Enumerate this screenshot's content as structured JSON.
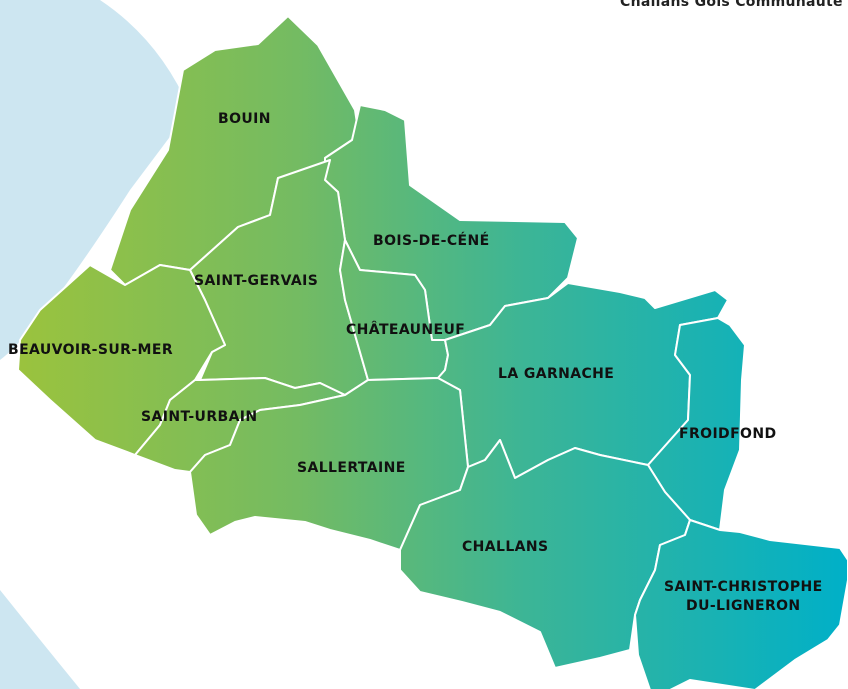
{
  "header": {
    "text": "Challans Gois Communauté"
  },
  "colors": {
    "sea": "#cde6f1",
    "gradient_start": "#9dc33b",
    "gradient_end": "#00b0c8",
    "border": "#ffffff"
  },
  "communes": [
    {
      "id": "bouin",
      "label": "BOUIN"
    },
    {
      "id": "bois-de-cene",
      "label": "BOIS-DE-CÉNÉ"
    },
    {
      "id": "saint-gervais",
      "label": "SAINT-GERVAIS"
    },
    {
      "id": "beauvoir-sur-mer",
      "label": "BEAUVOIR-SUR-MER"
    },
    {
      "id": "chateauneuf",
      "label": "CHÂTEAUNEUF"
    },
    {
      "id": "la-garnache",
      "label": "LA GARNACHE"
    },
    {
      "id": "saint-urbain",
      "label": "SAINT-URBAIN"
    },
    {
      "id": "froidfond",
      "label": "FROIDFOND"
    },
    {
      "id": "sallertaine",
      "label": "SALLERTAINE"
    },
    {
      "id": "challans",
      "label": "CHALLANS"
    },
    {
      "id": "saint-christophe-du-ligneron",
      "label": "SAINT-CHRISTOPHE\nDU-LIGNERON"
    }
  ]
}
